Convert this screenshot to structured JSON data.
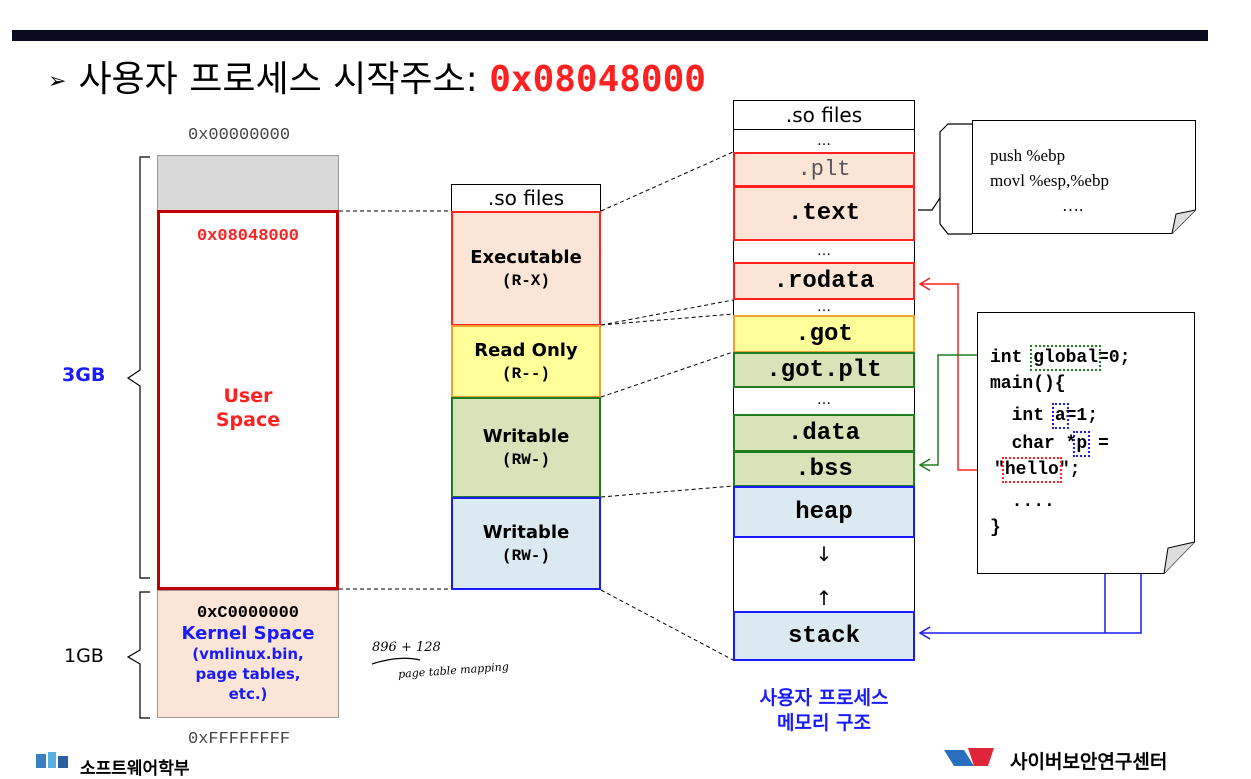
{
  "title": {
    "bullet": "➢",
    "text": "사용자 프로세스 시작주소: ",
    "address": "0x08048000"
  },
  "left_map": {
    "top_addr": "0x00000000",
    "bottom_addr": "0xFFFFFFFF",
    "user_start_addr": "0x08048000",
    "user_space": "User\nSpace",
    "kernel_start_addr": "0xC0000000",
    "kernel_space": "Kernel Space",
    "kernel_detail": "(vmlinux.bin,\npage tables,\netc.)",
    "size_3gb": "3GB",
    "size_1gb": "1GB"
  },
  "handwriting": {
    "line1": "896 + 128",
    "line2": "page table mapping"
  },
  "middle_map": {
    "header": ".so files",
    "segments": [
      {
        "name": "Executable",
        "perm": "(R-X)"
      },
      {
        "name": "Read Only",
        "perm": "(R--)"
      },
      {
        "name": "Writable",
        "perm": "(RW-)"
      },
      {
        "name": "Writable",
        "perm": "(RW-)"
      }
    ]
  },
  "right_map": {
    "header": ".so files",
    "ellipsis": "…",
    "sections": {
      "plt": ".plt",
      "text": ".text",
      "rodata": ".rodata",
      "got": ".got",
      "got_plt": ".got.plt",
      "data": ".data",
      "bss": ".bss",
      "heap": "heap",
      "stack": "stack"
    },
    "down_arrow": "↓",
    "up_arrow": "↑",
    "caption": "사용자 프로세스\n메모리 구조"
  },
  "asm_note": {
    "line1": "push  %ebp",
    "line2": "movl  %esp,%ebp",
    "line3": "…."
  },
  "code_note": {
    "l1_pre": "int ",
    "l1_var": "global",
    "l1_post": "=0;",
    "l2": "main(){",
    "l3_pre": "  int ",
    "l3_var": "a",
    "l3_post": "=1;",
    "l4_pre": "  char *",
    "l4_var": "p",
    "l4_post": " =",
    "l5_pre": "\"",
    "l5_var": "hello",
    "l5_post": "\";",
    "l6": "  ....",
    "l7": "}"
  },
  "footer": {
    "left_org": "소프트웨어학부",
    "right_org": "사이버보안연구센터"
  },
  "colors": {
    "red": "#ff2020",
    "blue": "#1a1aff",
    "green": "#1e7d1e",
    "peach": "#fbe5d6",
    "yellow": "#ffff99",
    "light_green": "#d9e2b8",
    "light_blue": "#dbe9f1",
    "gray": "#d9d9d9"
  }
}
